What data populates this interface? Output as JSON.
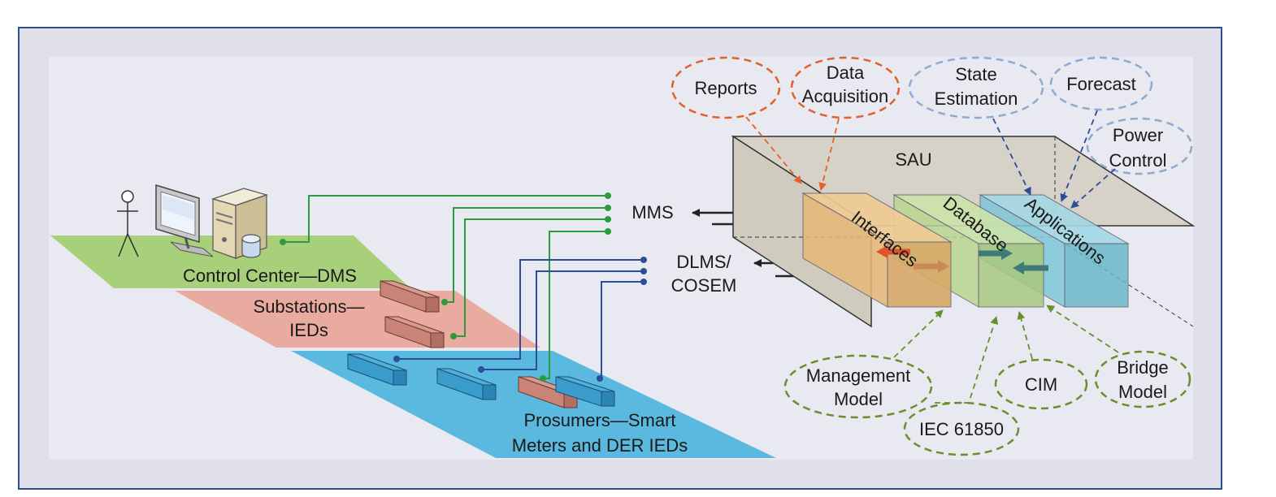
{
  "planes": {
    "control_center": "Control Center—DMS",
    "substations_line1": "Substations—",
    "substations_line2": "IEDs",
    "prosumers_line1": "Prosumers—Smart",
    "prosumers_line2": "Meters and DER IEDs"
  },
  "protocols": {
    "mms": "MMS",
    "dlms_line1": "DLMS/",
    "dlms_line2": "COSEM"
  },
  "sau": {
    "title": "SAU",
    "interfaces": "Interfaces",
    "database": "Database",
    "applications": "Applications"
  },
  "functions_top": {
    "reports": "Reports",
    "data_acquisition_line1": "Data",
    "data_acquisition_line2": "Acquisition",
    "state_estimation_line1": "State",
    "state_estimation_line2": "Estimation",
    "forecast": "Forecast",
    "power_control_line1": "Power",
    "power_control_line2": "Control"
  },
  "models_bottom": {
    "management_line1": "Management",
    "management_line2": "Model",
    "iec61850": "IEC 61850",
    "cim": "CIM",
    "bridge_line1": "Bridge",
    "bridge_line2": "Model"
  },
  "colors": {
    "frame_border": "#2c4f8c",
    "frame_bg": "#dfe0ea",
    "control_plane": "#a8cf7a",
    "substation_plane": "#e9aaa0",
    "prosumer_plane": "#5bb8de",
    "mms_wire": "#2e9a3e",
    "dlms_wire": "#2b4d9a",
    "orange_function": "#e0622a",
    "blue_function": "#6d93c4",
    "green_model": "#6a8f2e",
    "interfaces_block": "#e6b878",
    "database_block": "#b9d68f",
    "applications_block": "#7fc6d8"
  }
}
